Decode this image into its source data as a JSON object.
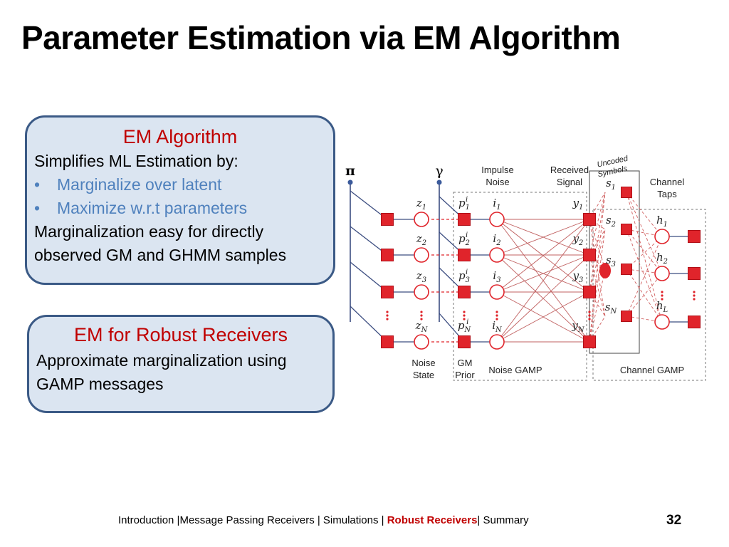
{
  "slide": {
    "title": "Parameter Estimation via EM Algorithm",
    "page_number": "32"
  },
  "box1": {
    "title": "EM Algorithm",
    "intro": "Simplifies ML Estimation by:",
    "bullets": [
      "Marginalize over latent",
      "Maximize w.r.t parameters"
    ],
    "line1": "Marginalization easy for directly",
    "line2": "observed GM and GHMM samples"
  },
  "box2": {
    "title": "EM for Robust Receivers",
    "line1": "Approximate marginalization using",
    "line2": "GAMP messages"
  },
  "footer": {
    "items": [
      "Introduction |Message Passing Receivers | Simulations | ",
      "Robust Receivers",
      "| Summary"
    ]
  },
  "diagram": {
    "pi_label": "π",
    "gamma_label": "γ",
    "impulse_noise": [
      "Impulse",
      "Noise"
    ],
    "received_signal": [
      "Received",
      "Signal"
    ],
    "uncoded_symbols": [
      "Uncoded",
      "Symbols"
    ],
    "channel_taps": [
      "Channel",
      "Taps"
    ],
    "noise_state": [
      "Noise",
      "State"
    ],
    "gm_prior": [
      "GM",
      "Prior"
    ],
    "noise_gamp": "Noise GAMP",
    "channel_gamp": "Channel GAMP",
    "z_labels": [
      "z1",
      "z2",
      "z3",
      "zN"
    ],
    "p_labels": [
      "p1",
      "p2",
      "p3",
      "pN"
    ],
    "i_labels": [
      "i1",
      "i2",
      "i3",
      "iN"
    ],
    "y_labels": [
      "y1",
      "y2",
      "y3",
      "yN"
    ],
    "s_labels": [
      "s1",
      "s2",
      "s3",
      "sN"
    ],
    "h_labels": [
      "h1",
      "h2",
      "hL"
    ],
    "accent": "#e0242b",
    "line_color": "#3c4d80"
  }
}
